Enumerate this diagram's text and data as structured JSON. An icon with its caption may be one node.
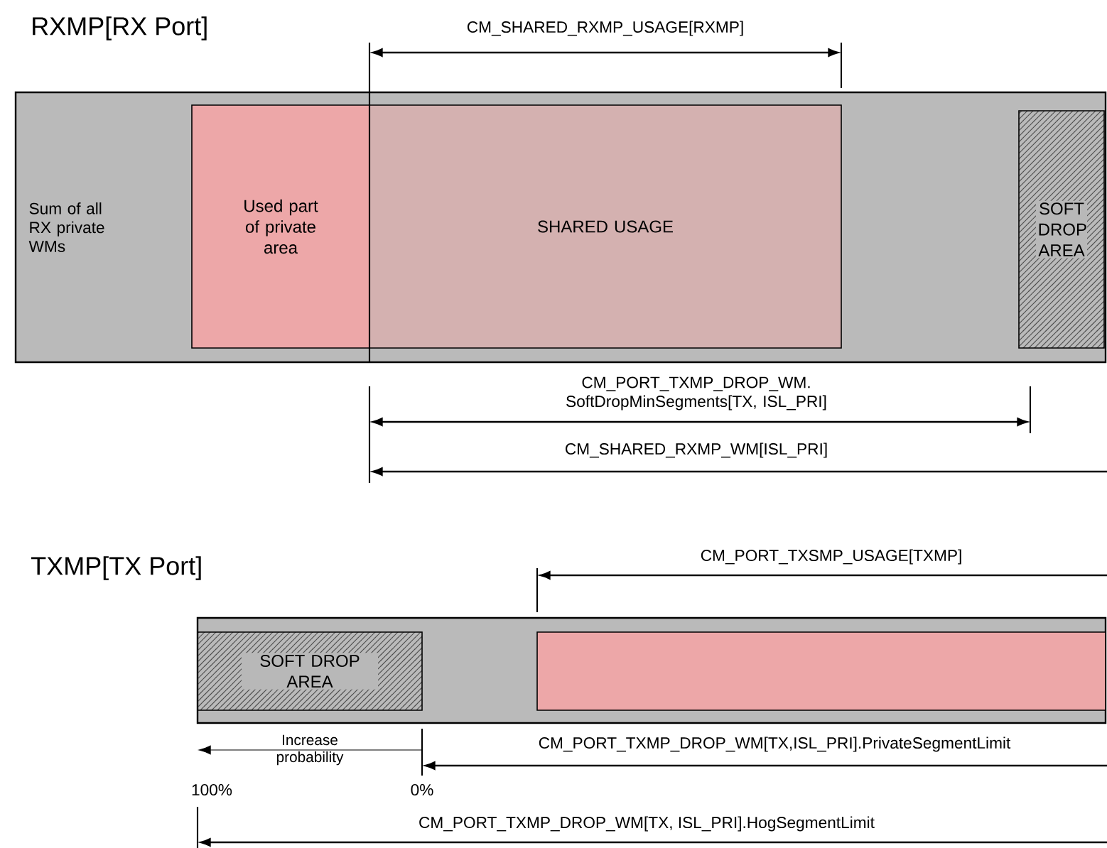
{
  "diagram": {
    "nodes": [
      {
        "text": [
          "Sum of all RX private WMs"
        ]
      },
      {
        "text": [
          "Used part of private area"
        ],
        "in": 0
      },
      {
        "text": [
          "SHARED USAGE"
        ],
        "in": 0
      },
      {
        "text": [
          "SOFT DROP AREA"
        ],
        "in": 0
      },
      {
        "text": [],
        "shape": "bar"
      },
      {
        "text": [
          "SOFT DROP AREA"
        ],
        "in": 4
      },
      {
        "text": [],
        "shape": "box",
        "in": 4
      }
    ],
    "labels": [
      "RXMP[RX Port]",
      "CM_SHARED_RXMP_USAGE[RXMP]",
      "CM_PORT_TXMP_DROP_WM. SoftDropMinSegments[TX, ISL_PRI]",
      "CM_SHARED_RXMP_WM[ISL_PRI]",
      "TXMP[TX Port]",
      "CM_PORT_TXSMP_USAGE[TXMP]",
      "Increase probability",
      "CM_PORT_TXMP_DROP_WM[TX,ISL_PRI].PrivateSegmentLimit",
      "100%",
      "0%",
      "CM_PORT_TXMP_DROP_WM[TX, ISL_PRI].HogSegmentLimit"
    ]
  }
}
